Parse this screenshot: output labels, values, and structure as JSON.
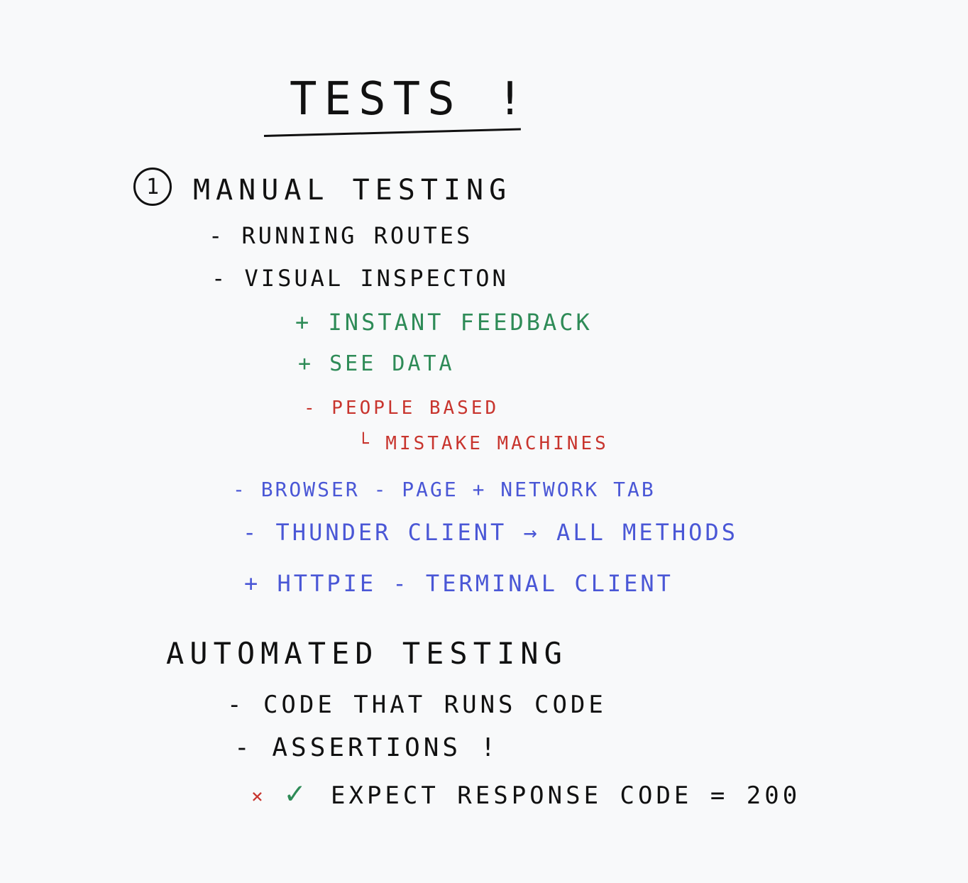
{
  "title": "TESTS !",
  "section1": {
    "number": "1",
    "heading": "MANUAL TESTING",
    "items": [
      "- RUNNING ROUTES",
      "- VISUAL INSPECTON"
    ],
    "pros": [
      "+ INSTANT FEEDBACK",
      "+ SEE DATA"
    ],
    "cons": [
      "- PEOPLE BASED",
      "└ MISTAKE MACHINES"
    ],
    "tools": [
      "- BROWSER - PAGE + NETWORK TAB",
      "- THUNDER CLIENT → ALL METHODS",
      "+ HTTPIE - TERMINAL CLIENT"
    ]
  },
  "section2": {
    "heading": "AUTOMATED TESTING",
    "items": [
      "- CODE THAT RUNS CODE",
      "- ASSERTIONS !"
    ],
    "assertion": {
      "cross": "×",
      "check": "✓",
      "text": "EXPECT RESPONSE CODE = 200"
    }
  },
  "colors": {
    "ink": "#111111",
    "pros": "#2e8b57",
    "cons": "#c8352e",
    "tools": "#4a57d6",
    "background": "#f8f9fa"
  }
}
